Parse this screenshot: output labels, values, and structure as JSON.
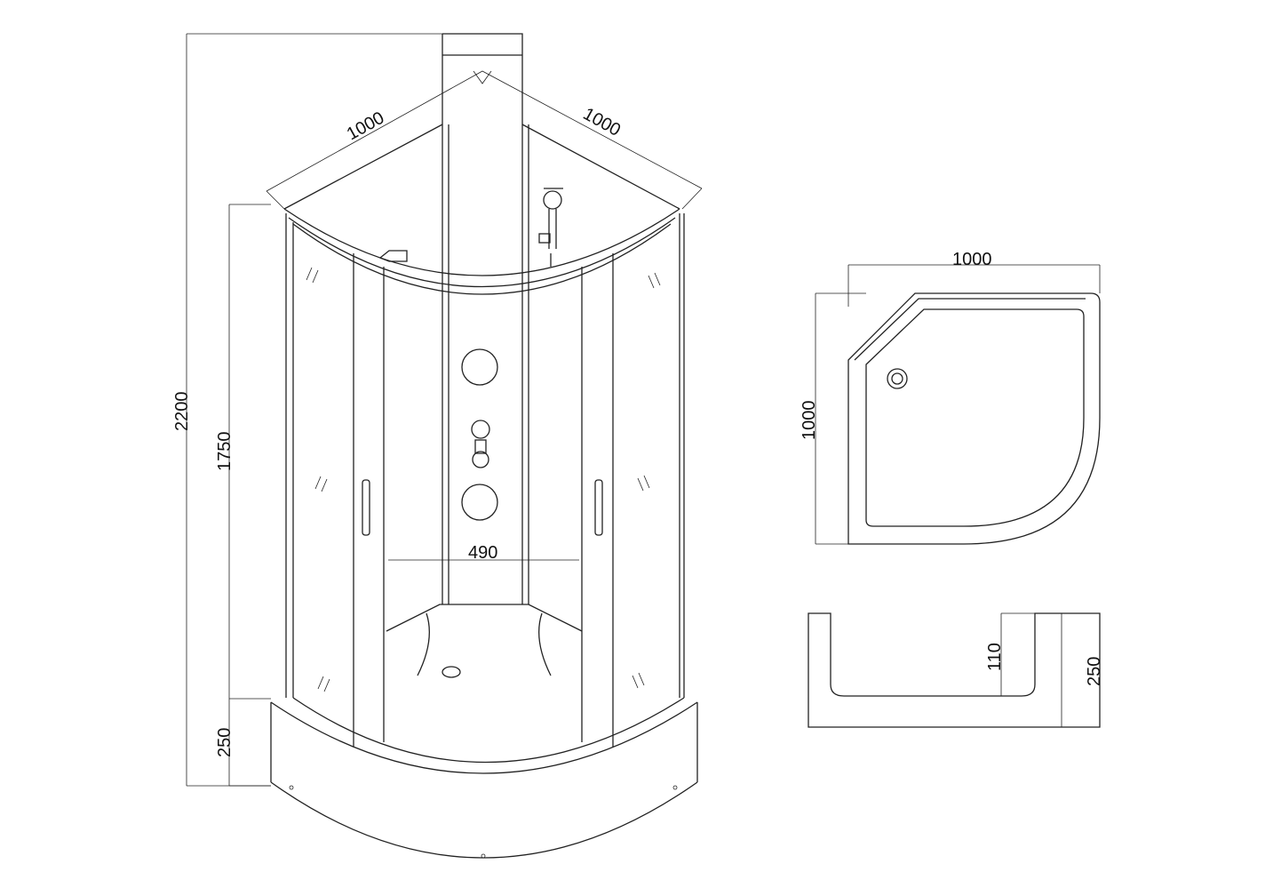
{
  "title": "Quarter-circle shower cabin dimension drawing",
  "front_view": {
    "total_height": "2200",
    "cabin_height": "1750",
    "tray_height": "250",
    "width_left": "1000",
    "width_right": "1000",
    "door_opening": "490"
  },
  "tray_plan": {
    "width": "1000",
    "depth": "1000"
  },
  "tray_section": {
    "inner_depth": "110",
    "total_height": "250"
  },
  "colors": {
    "line": "#222222",
    "background": "#ffffff"
  }
}
